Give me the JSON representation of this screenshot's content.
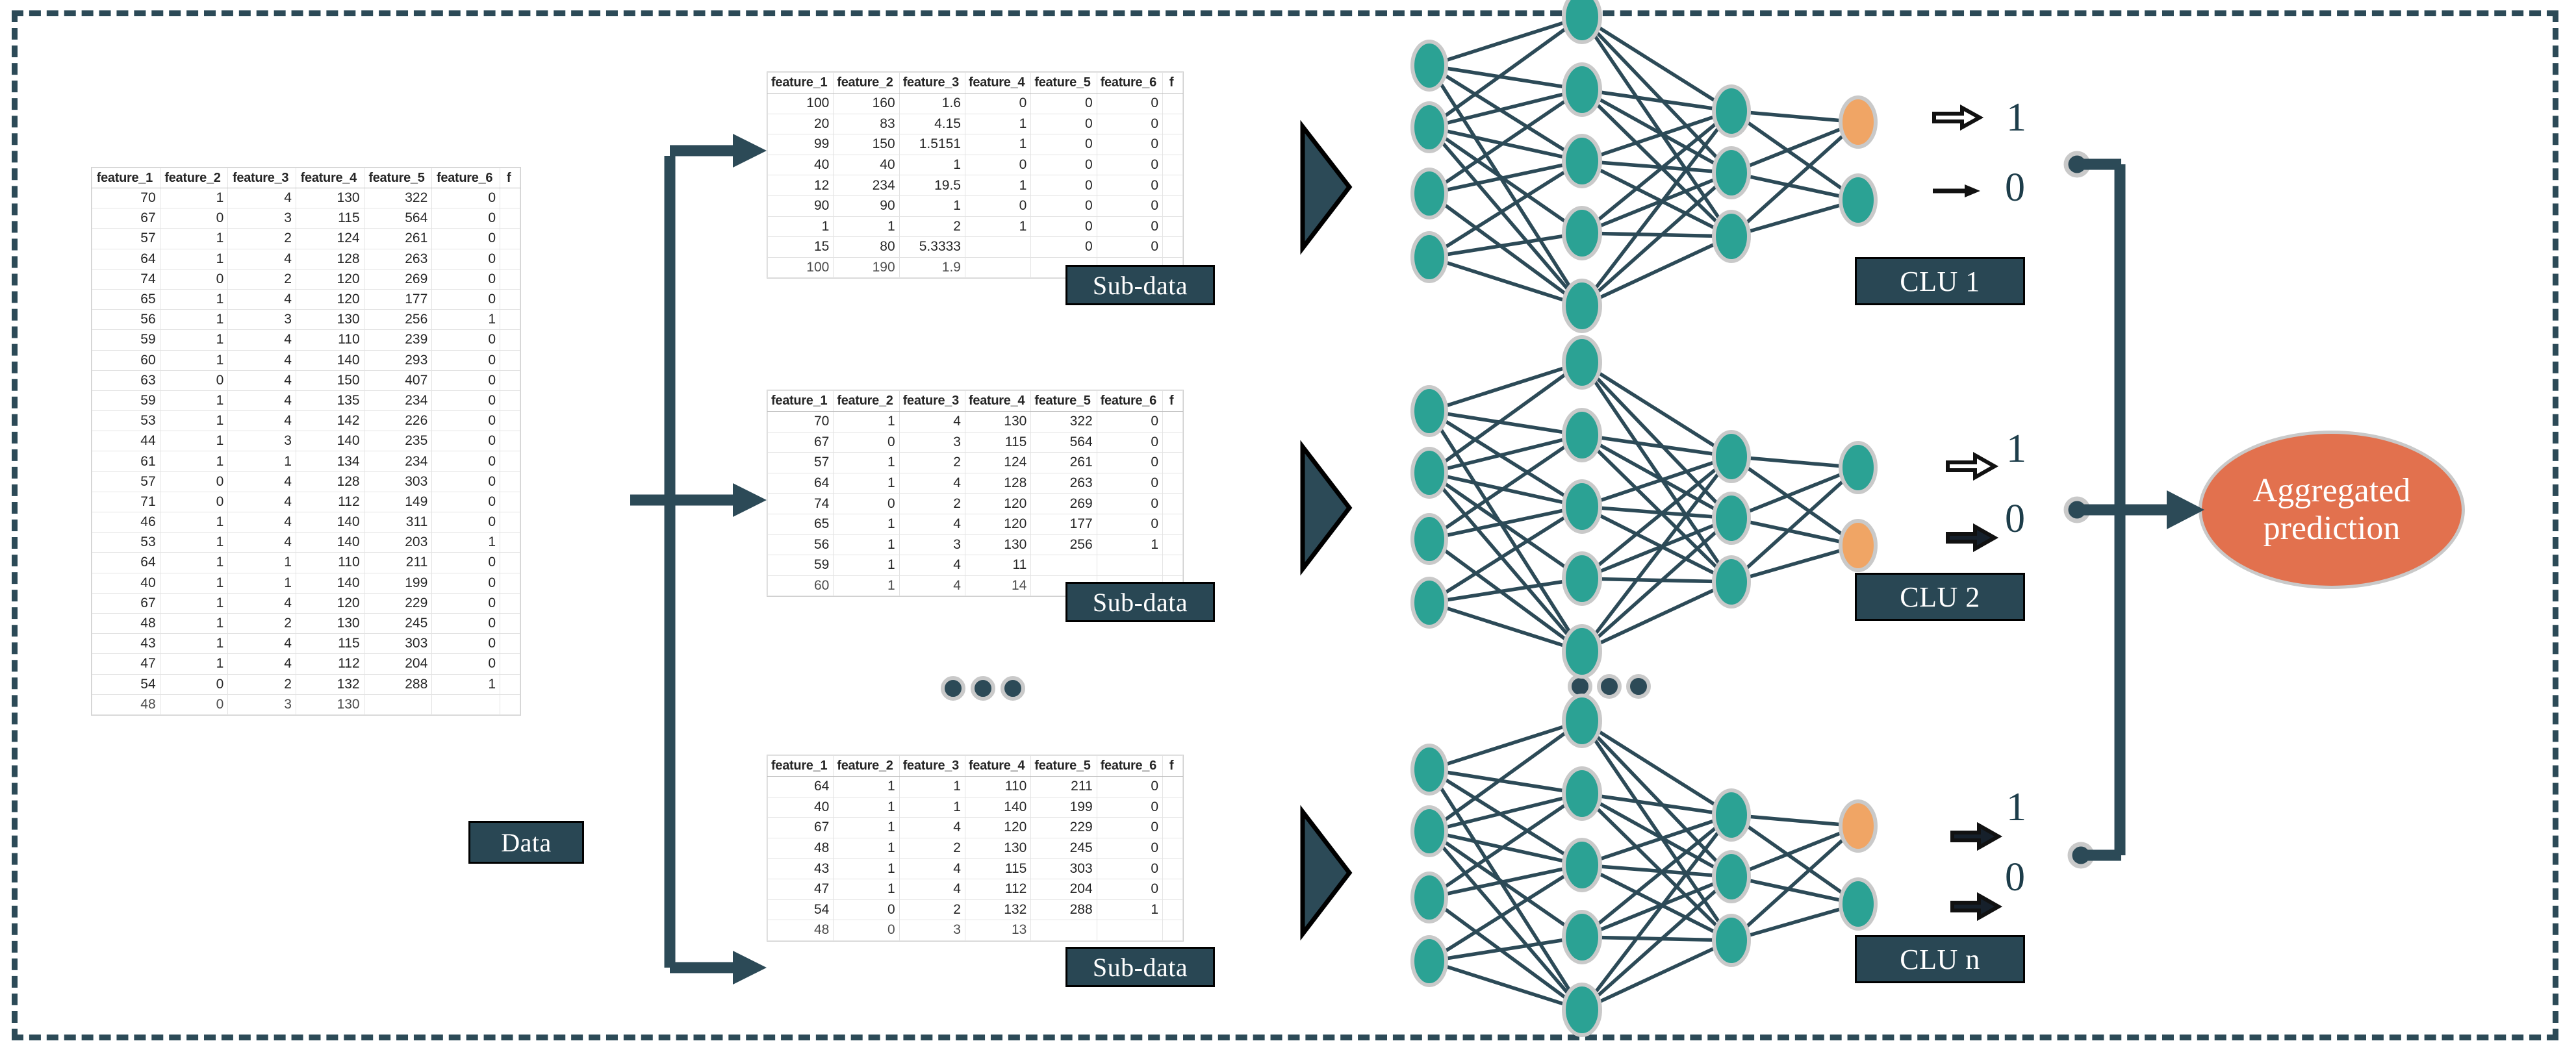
{
  "diagram": {
    "title": "Clustered neural-network ensemble pipeline",
    "colors": {
      "frame": "#2c4a57",
      "badge_bg": "#294754",
      "node_teal": "#2ba294",
      "node_orange": "#f0a565",
      "connector": "#2c4a57",
      "ellipse_fill": "#e2714e",
      "node_stroke": "#c9c9c9"
    }
  },
  "tables": {
    "columns": [
      "feature_1",
      "feature_2",
      "feature_3",
      "feature_4",
      "feature_5",
      "feature_6",
      "f"
    ],
    "data": {
      "caption": "Data",
      "rows": [
        [
          "70",
          "1",
          "4",
          "130",
          "322",
          "0"
        ],
        [
          "67",
          "0",
          "3",
          "115",
          "564",
          "0"
        ],
        [
          "57",
          "1",
          "2",
          "124",
          "261",
          "0"
        ],
        [
          "64",
          "1",
          "4",
          "128",
          "263",
          "0"
        ],
        [
          "74",
          "0",
          "2",
          "120",
          "269",
          "0"
        ],
        [
          "65",
          "1",
          "4",
          "120",
          "177",
          "0"
        ],
        [
          "56",
          "1",
          "3",
          "130",
          "256",
          "1"
        ],
        [
          "59",
          "1",
          "4",
          "110",
          "239",
          "0"
        ],
        [
          "60",
          "1",
          "4",
          "140",
          "293",
          "0"
        ],
        [
          "63",
          "0",
          "4",
          "150",
          "407",
          "0"
        ],
        [
          "59",
          "1",
          "4",
          "135",
          "234",
          "0"
        ],
        [
          "53",
          "1",
          "4",
          "142",
          "226",
          "0"
        ],
        [
          "44",
          "1",
          "3",
          "140",
          "235",
          "0"
        ],
        [
          "61",
          "1",
          "1",
          "134",
          "234",
          "0"
        ],
        [
          "57",
          "0",
          "4",
          "128",
          "303",
          "0"
        ],
        [
          "71",
          "0",
          "4",
          "112",
          "149",
          "0"
        ],
        [
          "46",
          "1",
          "4",
          "140",
          "311",
          "0"
        ],
        [
          "53",
          "1",
          "4",
          "140",
          "203",
          "1"
        ],
        [
          "64",
          "1",
          "1",
          "110",
          "211",
          "0"
        ],
        [
          "40",
          "1",
          "1",
          "140",
          "199",
          "0"
        ],
        [
          "67",
          "1",
          "4",
          "120",
          "229",
          "0"
        ],
        [
          "48",
          "1",
          "2",
          "130",
          "245",
          "0"
        ],
        [
          "43",
          "1",
          "4",
          "115",
          "303",
          "0"
        ],
        [
          "47",
          "1",
          "4",
          "112",
          "204",
          "0"
        ],
        [
          "54",
          "0",
          "2",
          "132",
          "288",
          "1"
        ],
        [
          "48",
          "0",
          "3",
          "130",
          "",
          ""
        ]
      ]
    },
    "sub_data_1": {
      "caption": "Sub-data",
      "rows": [
        [
          "100",
          "160",
          "1.6",
          "0",
          "0",
          "0"
        ],
        [
          "20",
          "83",
          "4.15",
          "1",
          "0",
          "0"
        ],
        [
          "99",
          "150",
          "1.5151",
          "1",
          "0",
          "0"
        ],
        [
          "40",
          "40",
          "1",
          "0",
          "0",
          "0"
        ],
        [
          "12",
          "234",
          "19.5",
          "1",
          "0",
          "0"
        ],
        [
          "90",
          "90",
          "1",
          "0",
          "0",
          "0"
        ],
        [
          "1",
          "1",
          "2",
          "1",
          "0",
          "0"
        ],
        [
          "15",
          "80",
          "5.3333",
          "",
          "0",
          "0"
        ],
        [
          "100",
          "190",
          "1.9",
          "",
          "",
          ""
        ]
      ]
    },
    "sub_data_2": {
      "caption": "Sub-data",
      "rows": [
        [
          "70",
          "1",
          "4",
          "130",
          "322",
          "0"
        ],
        [
          "67",
          "0",
          "3",
          "115",
          "564",
          "0"
        ],
        [
          "57",
          "1",
          "2",
          "124",
          "261",
          "0"
        ],
        [
          "64",
          "1",
          "4",
          "128",
          "263",
          "0"
        ],
        [
          "74",
          "0",
          "2",
          "120",
          "269",
          "0"
        ],
        [
          "65",
          "1",
          "4",
          "120",
          "177",
          "0"
        ],
        [
          "56",
          "1",
          "3",
          "130",
          "256",
          "1"
        ],
        [
          "59",
          "1",
          "4",
          "11",
          "",
          ""
        ],
        [
          "60",
          "1",
          "4",
          "14",
          "",
          ""
        ]
      ]
    },
    "sub_data_3": {
      "caption": "Sub-data",
      "rows": [
        [
          "64",
          "1",
          "1",
          "110",
          "211",
          "0"
        ],
        [
          "40",
          "1",
          "1",
          "140",
          "199",
          "0"
        ],
        [
          "67",
          "1",
          "4",
          "120",
          "229",
          "0"
        ],
        [
          "48",
          "1",
          "2",
          "130",
          "245",
          "0"
        ],
        [
          "43",
          "1",
          "4",
          "115",
          "303",
          "0"
        ],
        [
          "47",
          "1",
          "4",
          "112",
          "204",
          "0"
        ],
        [
          "54",
          "0",
          "2",
          "132",
          "288",
          "1"
        ],
        [
          "48",
          "0",
          "3",
          "13",
          "",
          ""
        ]
      ]
    }
  },
  "clusters": [
    {
      "label": "CLU 1",
      "outputs": [
        {
          "value": "1",
          "node_color": "orange",
          "arrow": "bold-outline-arrow"
        },
        {
          "value": "0",
          "node_color": "teal",
          "arrow": "thin-arrow"
        }
      ]
    },
    {
      "label": "CLU 2",
      "outputs": [
        {
          "value": "1",
          "node_color": "teal",
          "arrow": "outline-arrow"
        },
        {
          "value": "0",
          "node_color": "orange",
          "arrow": "solid-arrow"
        }
      ]
    },
    {
      "label": "CLU n",
      "outputs": [
        {
          "value": "1",
          "node_color": "orange",
          "arrow": "outline-arrow"
        },
        {
          "value": "0",
          "node_color": "teal",
          "arrow": "solid-arrow"
        }
      ]
    }
  ],
  "aggregated": {
    "line1": "Aggregated",
    "line2": "prediction"
  },
  "ellipsis": {
    "between_subdata": "•••",
    "between_networks": "•••"
  },
  "network": {
    "layer_sizes": [
      4,
      5,
      3,
      2
    ]
  }
}
